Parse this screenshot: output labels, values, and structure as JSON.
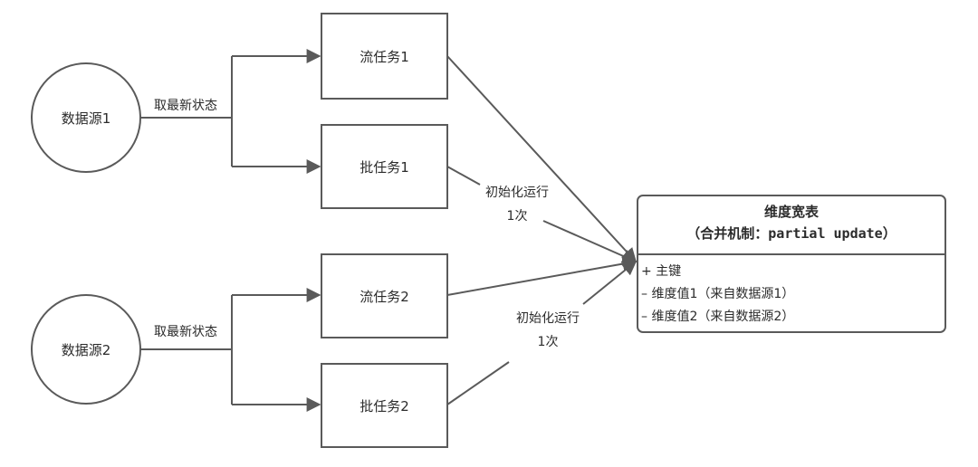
{
  "sources": [
    {
      "label": "数据源1",
      "edge_label": "取最新状态"
    },
    {
      "label": "数据源2",
      "edge_label": "取最新状态"
    }
  ],
  "tasks": [
    {
      "label": "流任务1"
    },
    {
      "label": "批任务1"
    },
    {
      "label": "流任务2"
    },
    {
      "label": "批任务2"
    }
  ],
  "batch_edges": [
    {
      "line1": "初始化运行",
      "line2": "1次"
    },
    {
      "line1": "初始化运行",
      "line2": "1次"
    }
  ],
  "wide_table": {
    "title": "维度宽表",
    "subtitle_prefix": "（合并机制：",
    "subtitle_code": "partial update",
    "subtitle_suffix": "）",
    "fields": [
      "+ 主键",
      "– 维度值1（来自数据源1）",
      "– 维度值2（来自数据源2）"
    ]
  },
  "colors": {
    "stroke": "#5a5a5a",
    "text": "#2b2b2b",
    "background": "#ffffff"
  }
}
